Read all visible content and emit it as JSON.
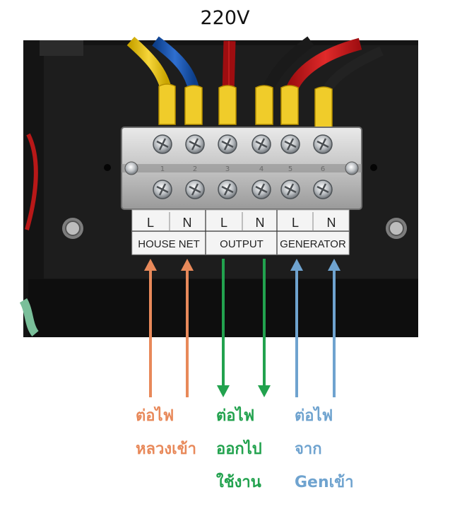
{
  "title": "220V",
  "terminal_numbers": [
    "1",
    "2",
    "3",
    "4",
    "5",
    "6"
  ],
  "terminal_letters": [
    "L",
    "N",
    "L",
    "N",
    "L",
    "N"
  ],
  "terminal_groups": [
    "HOUSE NET",
    "OUTPUT",
    "GENERATOR"
  ],
  "colors": {
    "house_net": "#E8895A",
    "output": "#22A24E",
    "generator": "#6FA3CF"
  },
  "labels": {
    "house_net": [
      "ต่อไฟ",
      "หลวงเข้า"
    ],
    "output": [
      "ต่อไฟ",
      "ออกไป",
      "ใช้งาน"
    ],
    "generator": [
      "ต่อไฟ",
      "จาก",
      "Genเข้า"
    ]
  }
}
